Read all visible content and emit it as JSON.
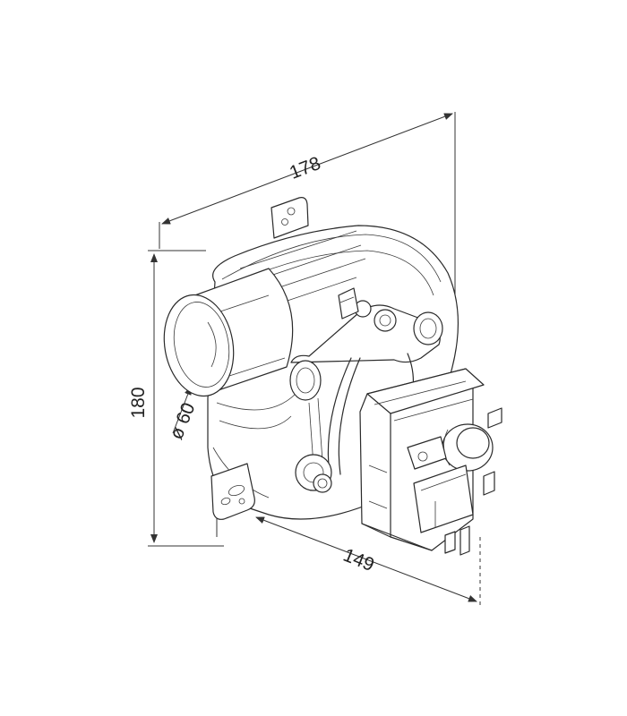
{
  "dimensions": {
    "width_label": "178",
    "height_label": "180",
    "depth_label": "149",
    "diameter_label": "ø 60"
  },
  "colors": {
    "line": "#2a2a2a",
    "background": "#ffffff"
  }
}
